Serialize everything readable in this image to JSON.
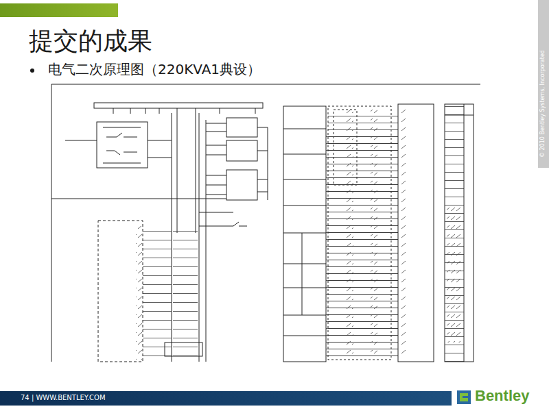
{
  "diagram": {
    "title": "提交的成果",
    "labels": [
      "电气二次原理图（220KVA1典设）",
      "74 | WWW.BENTLEY.COM",
      "© 2010 Bentley Systems, Incorporated",
      "Bentley"
    ]
  }
}
